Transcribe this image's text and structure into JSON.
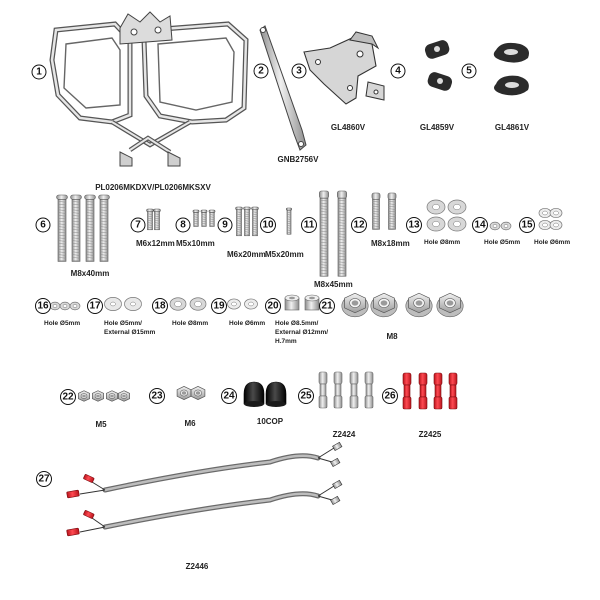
{
  "colors": {
    "line": "#222222",
    "metal": "#d8d8d8",
    "metalDark": "#9a9a9a",
    "cap": "#111111",
    "red": "#e8313a"
  },
  "parts": [
    {
      "num": "1",
      "label": "PL0206MKDXV/PL0206MKSXV"
    },
    {
      "num": "2",
      "label": "GNB2756V"
    },
    {
      "num": "3",
      "label": "GL4860V"
    },
    {
      "num": "4",
      "label": ""
    },
    {
      "num": "5",
      "label": "GL4859V"
    },
    {
      "num": "",
      "label": "GL4861V"
    },
    {
      "num": "6",
      "label": "M8x40mm"
    },
    {
      "num": "7",
      "label": "M6x12mm"
    },
    {
      "num": "8",
      "label": "M5x10mm"
    },
    {
      "num": "9",
      "label": "M6x20mm"
    },
    {
      "num": "10",
      "label": "M5x20mm"
    },
    {
      "num": "11",
      "label": "M8x45mm"
    },
    {
      "num": "12",
      "label": "M8x18mm"
    },
    {
      "num": "13",
      "label": "Hole Ø8mm"
    },
    {
      "num": "14",
      "label": "Hole Ø5mm"
    },
    {
      "num": "15",
      "label": "Hole Ø6mm"
    },
    {
      "num": "16",
      "label": "Hole Ø5mm"
    },
    {
      "num": "17",
      "label": "Hole Ø5mm/\nExternal Ø15mm"
    },
    {
      "num": "18",
      "label": "Hole Ø8mm"
    },
    {
      "num": "19",
      "label": "Hole Ø6mm"
    },
    {
      "num": "20",
      "label": "Hole Ø8.5mm/\nExternal Ø12mm/\nH.7mm"
    },
    {
      "num": "21",
      "label": "M8"
    },
    {
      "num": "22",
      "label": "M5"
    },
    {
      "num": "23",
      "label": "M6"
    },
    {
      "num": "24",
      "label": "10COP"
    },
    {
      "num": "25",
      "label": "Z2424"
    },
    {
      "num": "26",
      "label": "Z2425"
    },
    {
      "num": "27",
      "label": "Z2446"
    }
  ]
}
